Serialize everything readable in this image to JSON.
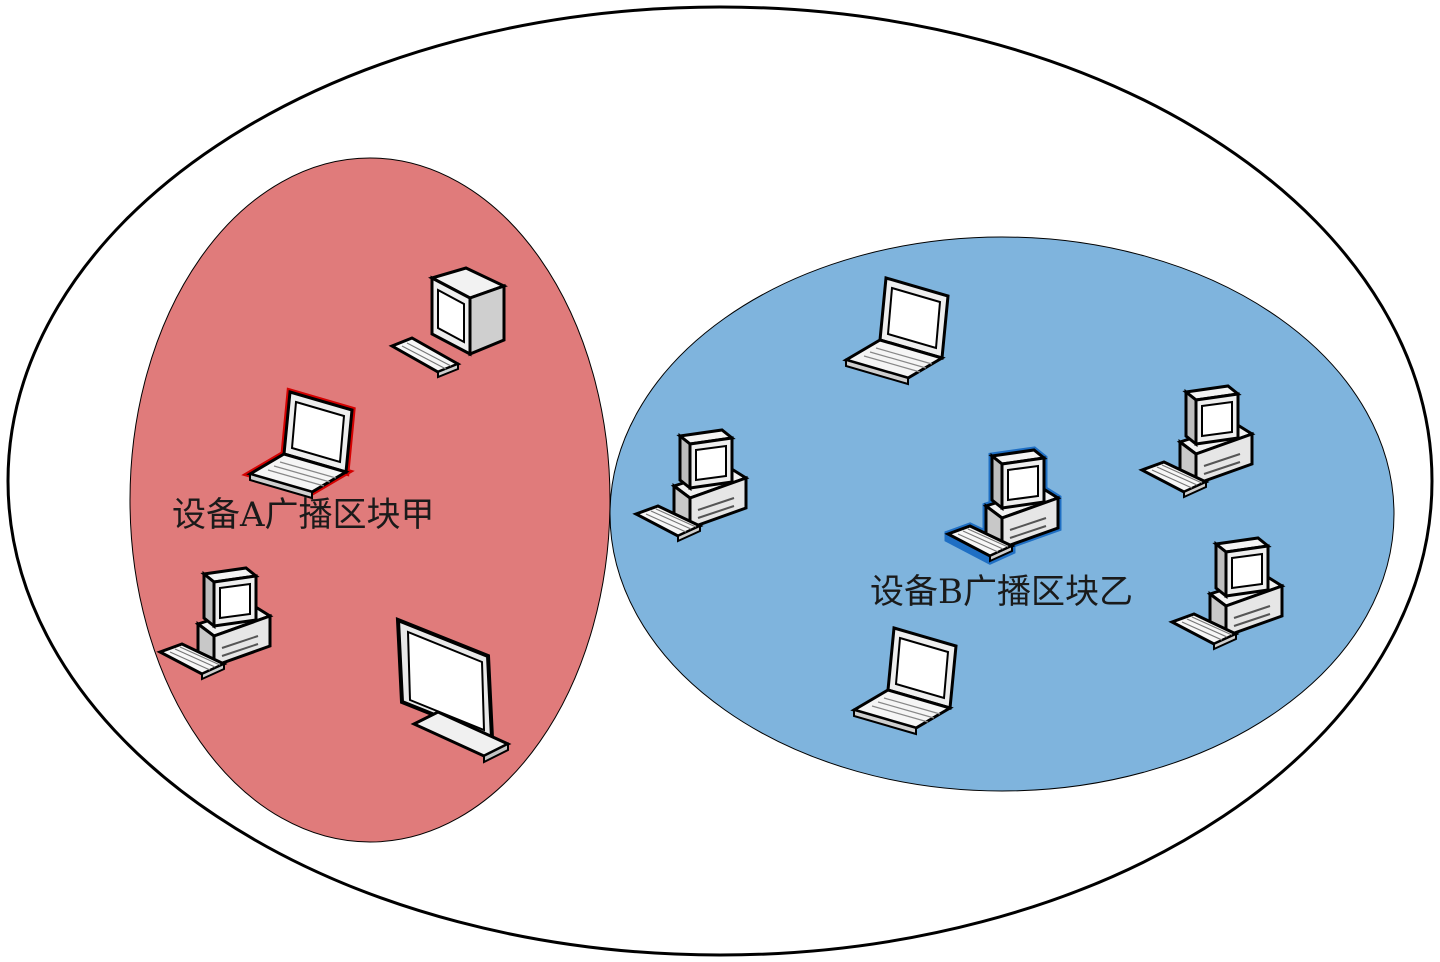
{
  "diagram": {
    "colors": {
      "background": "#ffffff",
      "outer_stroke": "#000000",
      "zone_a_fill": "#e07b7b",
      "zone_b_fill": "#7fb4dd",
      "highlight_a": "#d40000",
      "highlight_b": "#1f6fc4"
    },
    "zones": [
      {
        "id": "zone-a",
        "label": "设备A广播区块甲",
        "devices": [
          {
            "icon": "tower-computer-icon",
            "highlighted": false
          },
          {
            "icon": "laptop-icon",
            "highlighted": true
          },
          {
            "icon": "desktop-computer-icon",
            "highlighted": false
          },
          {
            "icon": "flat-monitor-icon",
            "highlighted": false
          }
        ]
      },
      {
        "id": "zone-b",
        "label": "设备B广播区块乙",
        "devices": [
          {
            "icon": "laptop-icon",
            "highlighted": false
          },
          {
            "icon": "desktop-computer-icon",
            "highlighted": false
          },
          {
            "icon": "desktop-computer-icon",
            "highlighted": true
          },
          {
            "icon": "desktop-computer-icon",
            "highlighted": false
          },
          {
            "icon": "desktop-computer-icon",
            "highlighted": false
          },
          {
            "icon": "laptop-icon",
            "highlighted": false
          }
        ]
      }
    ]
  }
}
